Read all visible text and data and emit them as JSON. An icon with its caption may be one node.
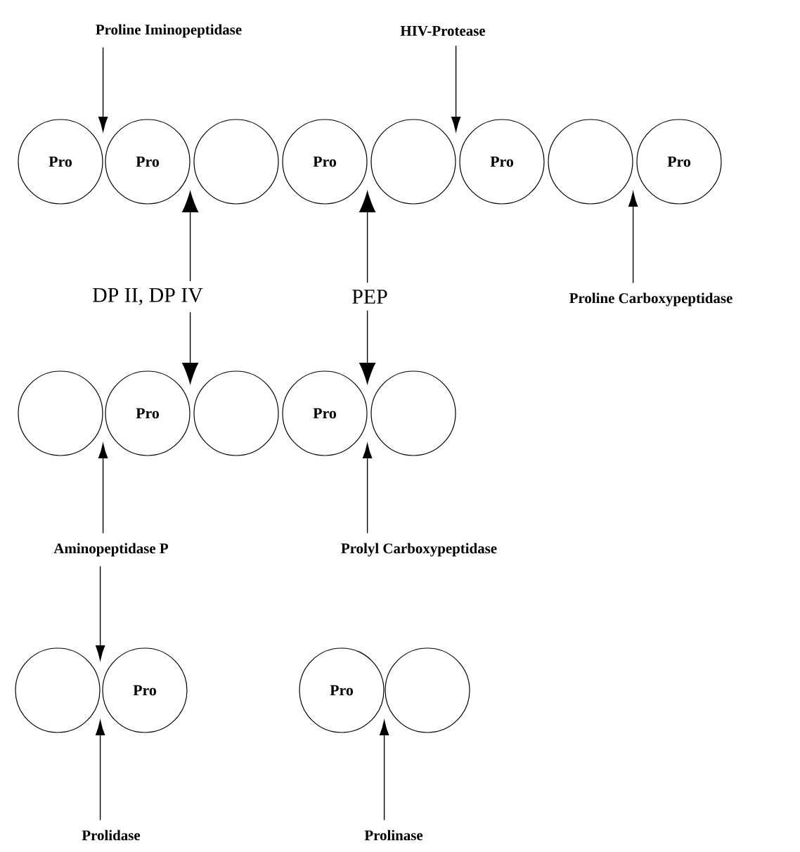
{
  "diagram": {
    "nodes": [
      {
        "text": [
          "Proline Iminopeptidase"
        ]
      },
      {
        "text": [
          "HIV-Protease"
        ]
      },
      {
        "text": [
          "Pro"
        ]
      },
      {
        "text": [
          "Pro"
        ]
      },
      {
        "text": [],
        "shape": "circle"
      },
      {
        "text": [
          "Pro"
        ]
      },
      {
        "text": [],
        "shape": "circle"
      },
      {
        "text": [
          "Pro"
        ]
      },
      {
        "text": [],
        "shape": "circle"
      },
      {
        "text": [
          "Pro"
        ]
      },
      {
        "text": [
          "DP II, DP IV"
        ]
      },
      {
        "text": [
          "PEP"
        ]
      },
      {
        "text": [
          "Proline Carboxypeptidase"
        ]
      },
      {
        "text": [],
        "shape": "circle"
      },
      {
        "text": [
          "Pro"
        ]
      },
      {
        "text": [],
        "shape": "circle"
      },
      {
        "text": [
          "Pro"
        ]
      },
      {
        "text": [],
        "shape": "circle"
      },
      {
        "text": [
          "Aminopeptidase P"
        ]
      },
      {
        "text": [
          "Prolyl Carboxypeptidase"
        ]
      },
      {
        "text": [],
        "shape": "circle"
      },
      {
        "text": [
          "Pro"
        ]
      },
      {
        "text": [
          "Pro"
        ]
      },
      {
        "text": [],
        "shape": "circle"
      },
      {
        "text": [
          "Prolidase"
        ]
      },
      {
        "text": [
          "Prolinase"
        ]
      }
    ],
    "edges": [
      {
        "from": 0,
        "to": 2,
        "arrow": "to"
      },
      {
        "from": 1,
        "to": 6,
        "arrow": "to"
      },
      {
        "from": 10,
        "to": 3,
        "arrow": "to"
      },
      {
        "from": 10,
        "to": 14,
        "arrow": "to"
      },
      {
        "from": 11,
        "to": 5,
        "arrow": "to"
      },
      {
        "from": 11,
        "to": 16,
        "arrow": "to"
      },
      {
        "from": 12,
        "to": 8,
        "arrow": "to"
      },
      {
        "from": 18,
        "to": 13,
        "arrow": "to"
      },
      {
        "from": 18,
        "to": 20,
        "arrow": "to"
      },
      {
        "from": 19,
        "to": 16,
        "arrow": "to"
      },
      {
        "from": 24,
        "to": 20,
        "arrow": "to"
      },
      {
        "from": 25,
        "to": 22,
        "arrow": "to"
      }
    ]
  }
}
